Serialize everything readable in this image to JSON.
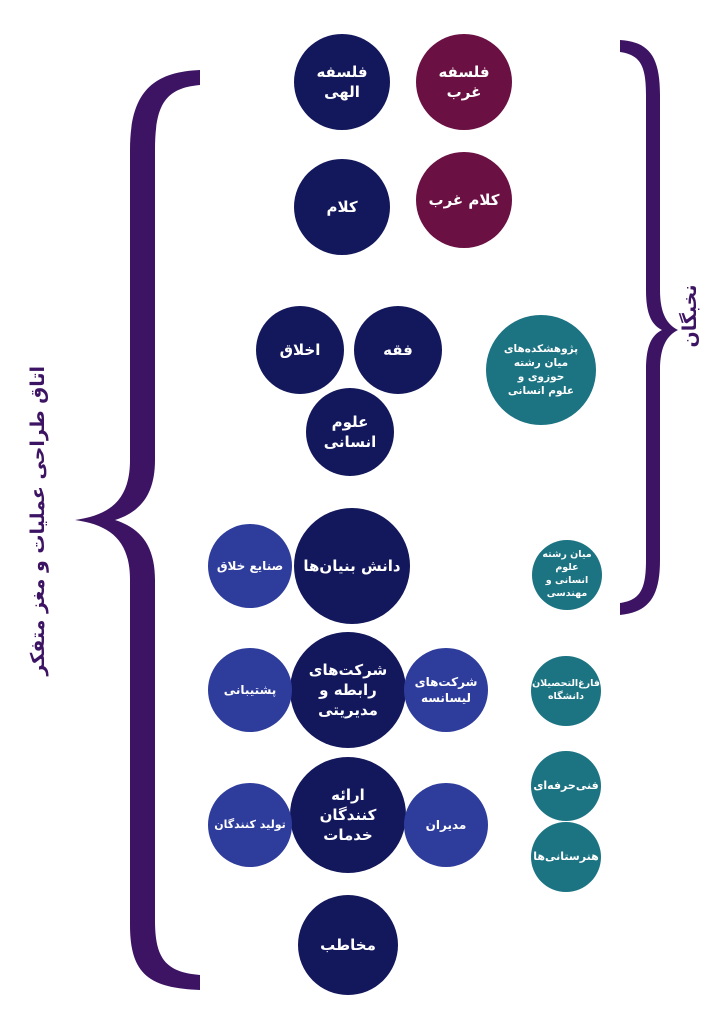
{
  "labels": {
    "left_brace": "اتاق طراحی عملیات و مغز متفکر",
    "right_brace": "نخبگان"
  },
  "nodes": {
    "falsafe_gharb": "فلسفه غرب",
    "falsafe_elahi": "فلسفه الهی",
    "kalam_gharb": "کلام غرب",
    "kalam": "کلام",
    "feqh": "فقه",
    "akhlagh": "اخلاق",
    "olum_ensani": "علوم انسانی",
    "pajuheshkade": "پژوهشکده‌های میان رشته حوزوی و علوم انسانی",
    "danesh_bonyan": "دانش بنیان‌ها",
    "sanaye_khallagh": "صنایع خلاق",
    "miyan_reshte": "میان رشته علوم انسانی و مهندسی",
    "sherkat_rabete": "شرکت‌های رابطه و مدیریتی",
    "poshtibani": "پشتیبانی",
    "sherkat_lisanse": "شرکت‌های لیسانسه",
    "fareghotahsilan": "فارغ‌التحصیلان دانشگاه",
    "eraye": "ارائه کنندگان خدمات",
    "tolid": "تولید کنندگان",
    "modiran": "مدیران",
    "fanni": "فنی‌حرفه‌ای",
    "honarestani": "هنرستانی‌ها",
    "mokhatab": "مخاطب"
  },
  "colors": {
    "navy": "#13175b",
    "maroon": "#6a1043",
    "blue": "#2e3c9c",
    "teal": "#1c7382",
    "brace": "#3d1463"
  }
}
